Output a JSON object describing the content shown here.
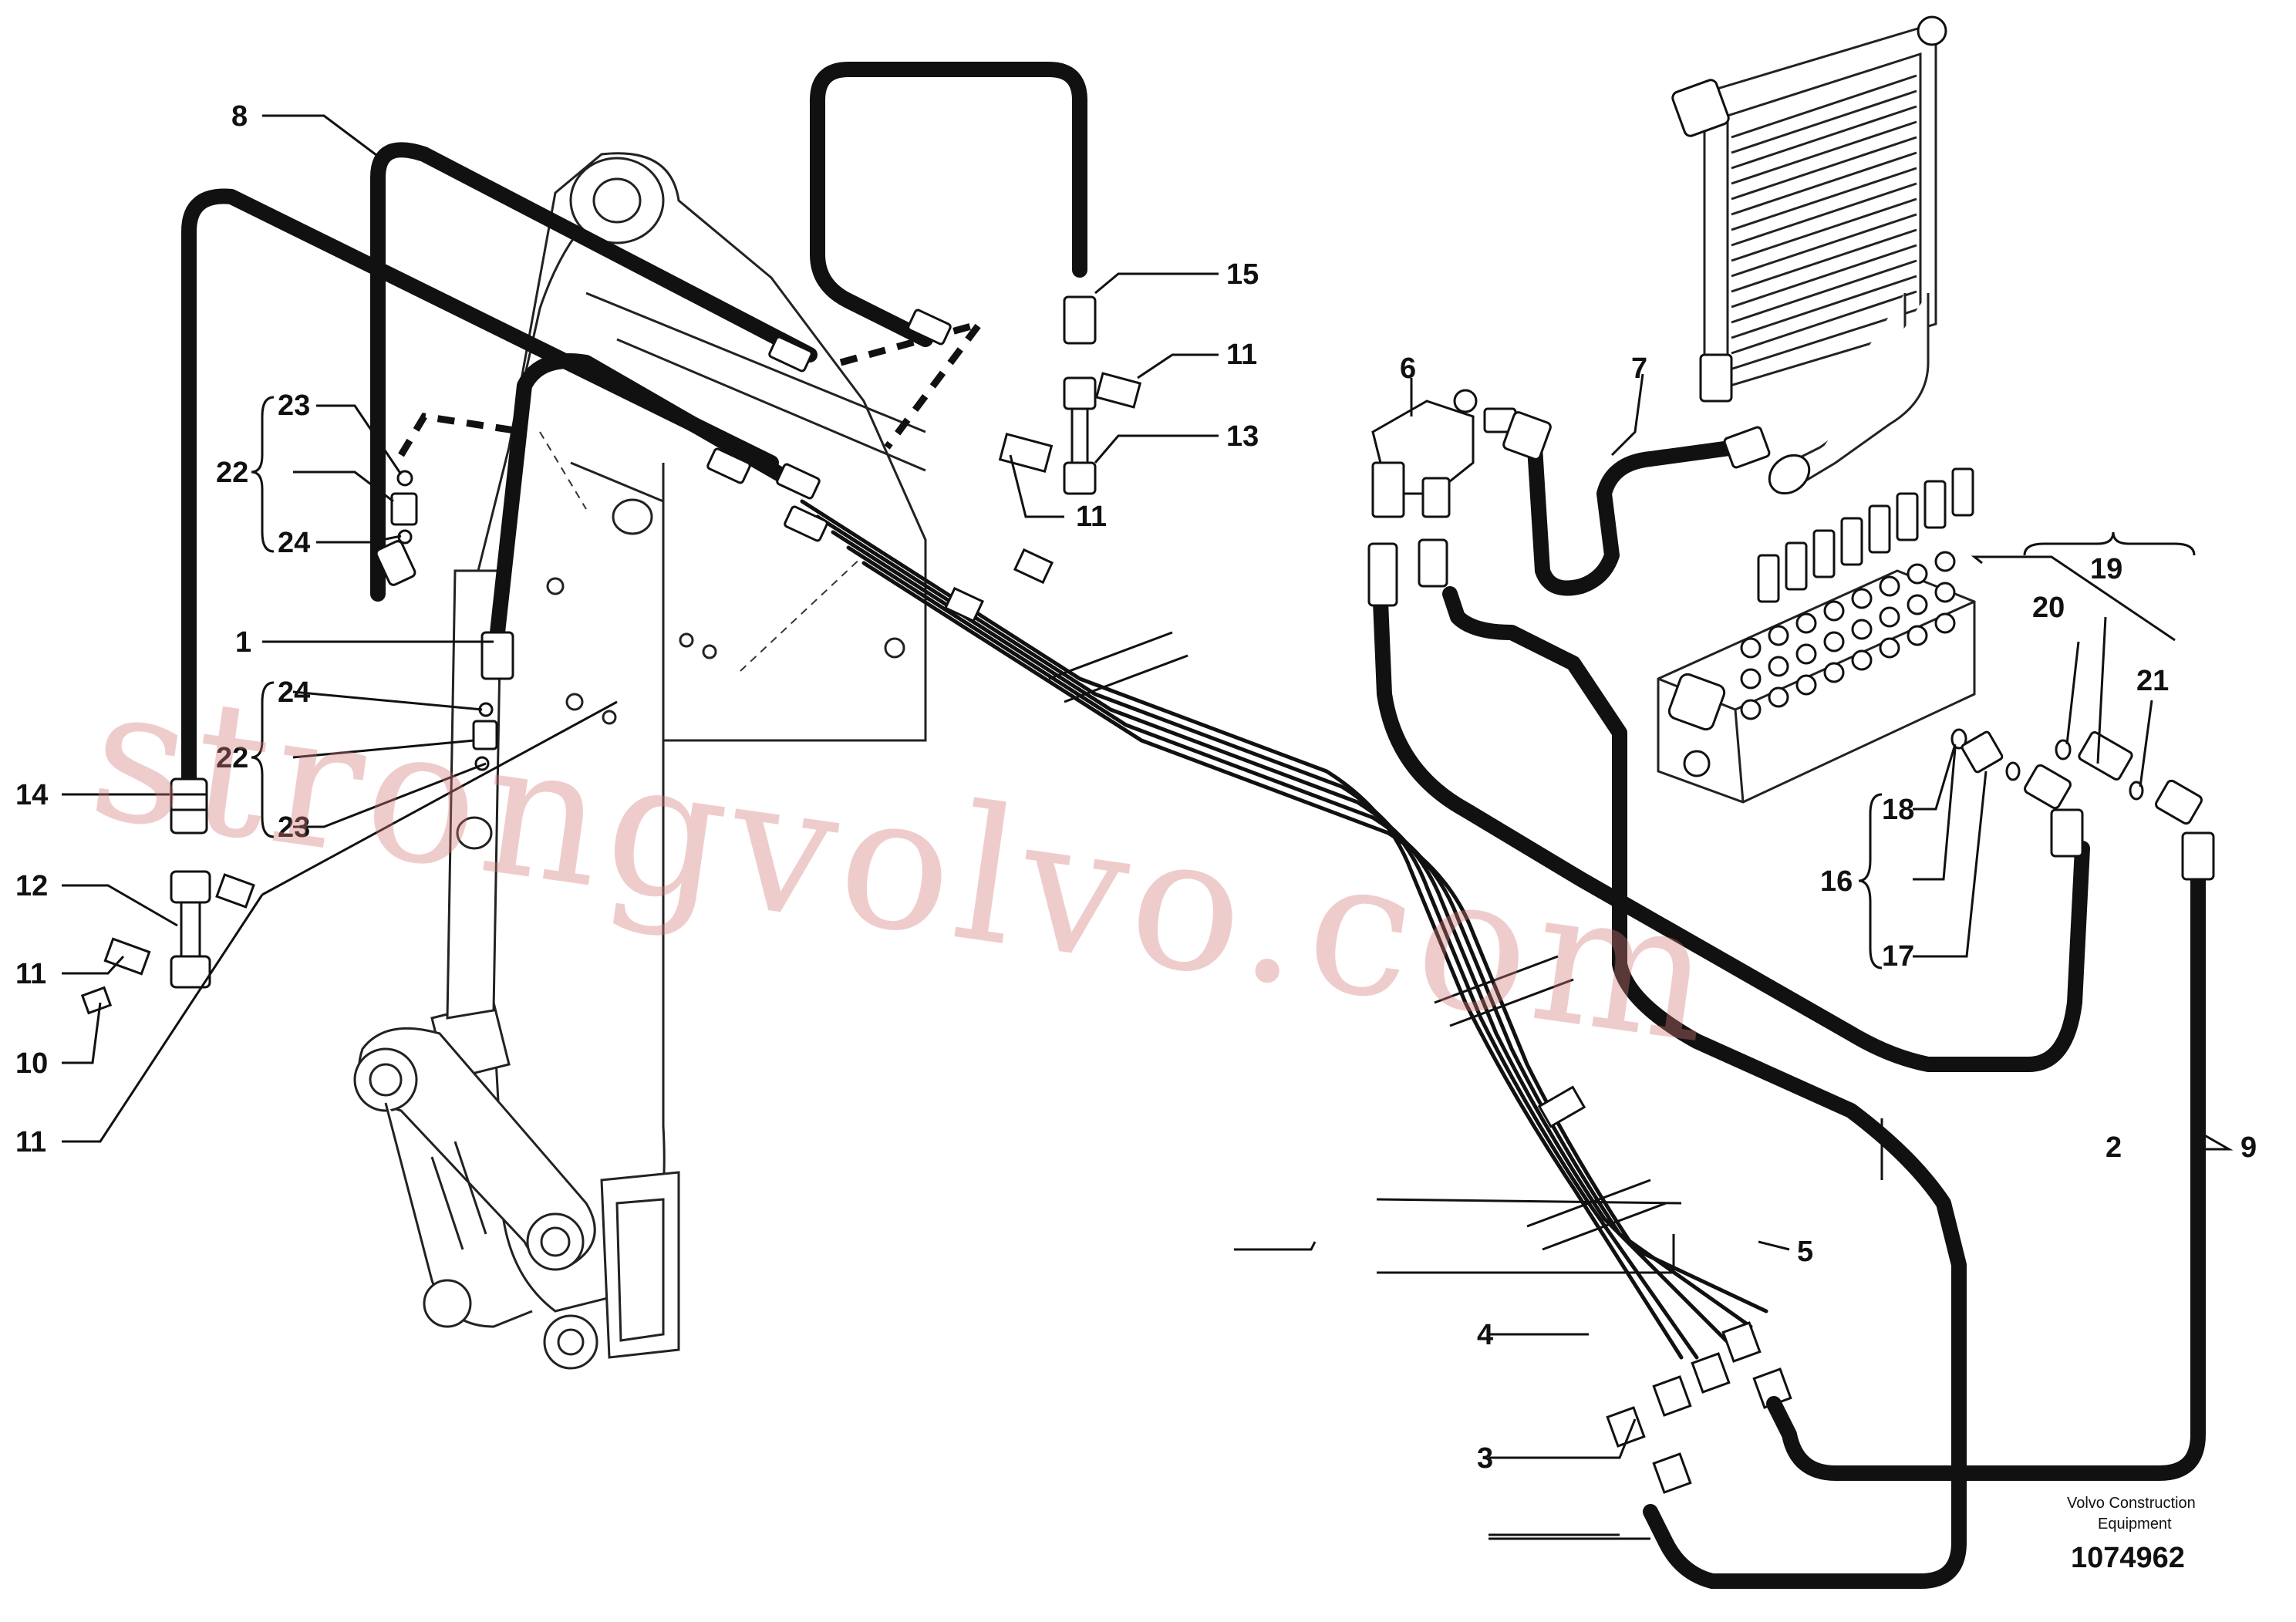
{
  "callouts": [
    {
      "id": "c1",
      "text": "1"
    },
    {
      "id": "c2",
      "text": "2"
    },
    {
      "id": "c3",
      "text": "3"
    },
    {
      "id": "c4",
      "text": "4"
    },
    {
      "id": "c5",
      "text": "5"
    },
    {
      "id": "c6",
      "text": "6"
    },
    {
      "id": "c7",
      "text": "7"
    },
    {
      "id": "c8",
      "text": "8"
    },
    {
      "id": "c9",
      "text": "9"
    },
    {
      "id": "c10",
      "text": "10"
    },
    {
      "id": "c11a",
      "text": "11"
    },
    {
      "id": "c11b",
      "text": "11"
    },
    {
      "id": "c11c",
      "text": "11"
    },
    {
      "id": "c11d",
      "text": "11"
    },
    {
      "id": "c12",
      "text": "12"
    },
    {
      "id": "c13",
      "text": "13"
    },
    {
      "id": "c14",
      "text": "14"
    },
    {
      "id": "c15",
      "text": "15"
    },
    {
      "id": "c16",
      "text": "16"
    },
    {
      "id": "c17",
      "text": "17"
    },
    {
      "id": "c18",
      "text": "18"
    },
    {
      "id": "c19",
      "text": "19"
    },
    {
      "id": "c20",
      "text": "20"
    },
    {
      "id": "c21",
      "text": "21"
    },
    {
      "id": "c22a",
      "text": "22"
    },
    {
      "id": "c22b",
      "text": "22"
    },
    {
      "id": "c23a",
      "text": "23"
    },
    {
      "id": "c23b",
      "text": "23"
    },
    {
      "id": "c24a",
      "text": "24"
    },
    {
      "id": "c24b",
      "text": "24"
    }
  ],
  "watermark": "strongvolvo.com",
  "brand": {
    "line1": "Volvo Construction",
    "line2": "Equipment",
    "drawing_number": "1074962"
  },
  "colors": {
    "ink": "#111111",
    "watermark": "#d67878",
    "background": "#ffffff"
  }
}
